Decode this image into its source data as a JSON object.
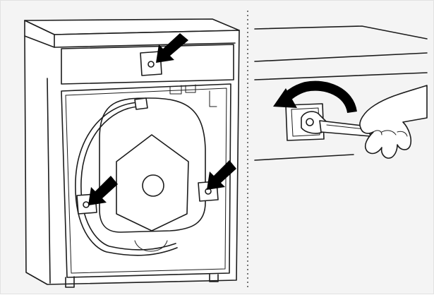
{
  "figure": {
    "panels": [
      {
        "name": "washer-rear-view",
        "markers": [
          "shipping-bolt-top",
          "shipping-bolt-left",
          "shipping-bolt-right"
        ]
      },
      {
        "name": "wrench-removal-detail",
        "action": "counterclockwise"
      }
    ]
  },
  "colors": {
    "background": "#f4f4f4",
    "line": "#1c1c1c",
    "arrow": "#000000",
    "divider": "#555555"
  },
  "icons": {
    "pointer_arrow": "arrow-icon",
    "rotate_arrow": "rotate-counterclockwise-icon",
    "tool": "wrench-icon",
    "hand": "hand-icon"
  }
}
